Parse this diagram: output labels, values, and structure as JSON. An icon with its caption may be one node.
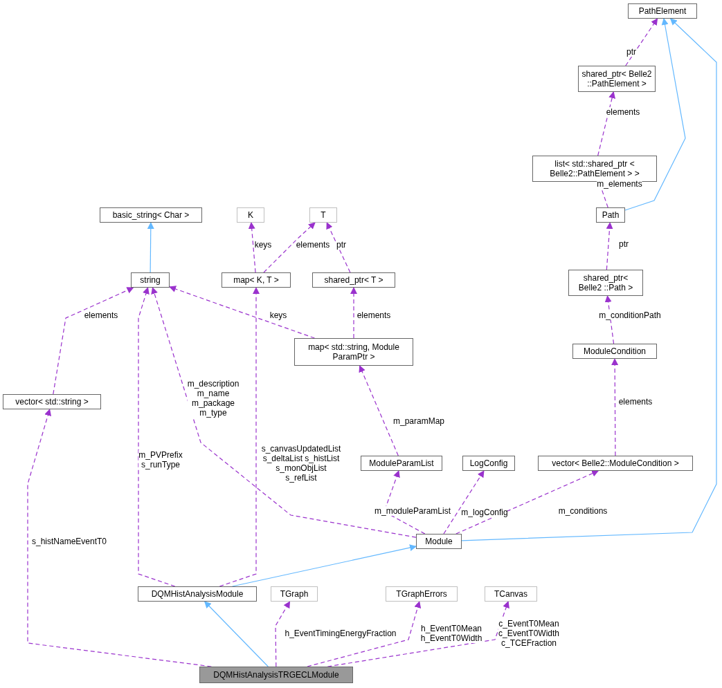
{
  "diagram": {
    "nodes": [
      {
        "text": [
          "PathElement"
        ]
      },
      {
        "text": [
          "shared_ptr< Belle2 ::PathElement >"
        ]
      },
      {
        "text": [
          "list< std::shared_ptr < Belle2::PathElement > >"
        ]
      },
      {
        "text": [
          "Path"
        ]
      },
      {
        "text": [
          "shared_ptr< Belle2 ::Path >"
        ]
      },
      {
        "text": [
          "ModuleCondition"
        ]
      },
      {
        "text": [
          "vector< Belle2::ModuleCondition >"
        ]
      },
      {
        "text": [
          "basic_string< Char >"
        ]
      },
      {
        "text": [
          "K"
        ]
      },
      {
        "text": [
          "T"
        ]
      },
      {
        "text": [
          "map< K, T >"
        ]
      },
      {
        "text": [
          "shared_ptr< T >"
        ]
      },
      {
        "text": [
          "string"
        ]
      },
      {
        "text": [
          "map< std::string, Module ParamPtr >"
        ]
      },
      {
        "text": [
          "vector< std::string >"
        ]
      },
      {
        "text": [
          "ModuleParamList"
        ]
      },
      {
        "text": [
          "LogConfig"
        ]
      },
      {
        "text": [
          "Module"
        ]
      },
      {
        "text": [
          "DQMHistAnalysisModule"
        ]
      },
      {
        "text": [
          "TGraph"
        ]
      },
      {
        "text": [
          "TGraphErrors"
        ]
      },
      {
        "text": [
          "TCanvas"
        ]
      },
      {
        "text": [
          "DQMHistAnalysisTRGECLModule"
        ]
      }
    ],
    "edges": [
      {
        "from": 3,
        "to": 0,
        "arrow": "to",
        "color": "#63b8ff"
      },
      {
        "from": 17,
        "to": 0,
        "arrow": "to",
        "color": "#63b8ff"
      },
      {
        "from": 18,
        "to": 17,
        "arrow": "to",
        "color": "#63b8ff"
      },
      {
        "from": 22,
        "to": 18,
        "arrow": "to",
        "color": "#63b8ff"
      },
      {
        "from": 12,
        "to": 7,
        "arrow": "to",
        "color": "#63b8ff"
      },
      {
        "from": 1,
        "to": 0,
        "arrow": "to",
        "label": "ptr",
        "style": "dashed"
      },
      {
        "from": 2,
        "to": 1,
        "arrow": "to",
        "label": "elements",
        "style": "dashed"
      },
      {
        "from": 3,
        "to": 2,
        "arrow": "to",
        "label": "m_elements",
        "style": "dashed"
      },
      {
        "from": 4,
        "to": 3,
        "arrow": "to",
        "label": "ptr",
        "style": "dashed"
      },
      {
        "from": 5,
        "to": 4,
        "arrow": "to",
        "label": "m_conditionPath",
        "style": "dashed"
      },
      {
        "from": 6,
        "to": 5,
        "arrow": "to",
        "label": "elements",
        "style": "dashed"
      },
      {
        "from": 10,
        "to": 8,
        "arrow": "to",
        "label": "keys",
        "style": "dashed"
      },
      {
        "from": 10,
        "to": 9,
        "arrow": "to",
        "label": "elements",
        "style": "dashed"
      },
      {
        "from": 11,
        "to": 9,
        "arrow": "to",
        "label": "ptr",
        "style": "dashed"
      },
      {
        "from": 13,
        "to": 12,
        "arrow": "to",
        "label": "keys",
        "style": "dashed"
      },
      {
        "from": 13,
        "to": 11,
        "arrow": "to",
        "label": "elements",
        "style": "dashed"
      },
      {
        "from": 14,
        "to": 12,
        "arrow": "to",
        "label": "elements",
        "style": "dashed"
      },
      {
        "from": 15,
        "to": 13,
        "arrow": "to",
        "label": "m_paramMap",
        "style": "dashed"
      },
      {
        "from": 17,
        "to": 12,
        "arrow": "to",
        "label": "m_description m_name m_package m_type",
        "style": "dashed"
      },
      {
        "from": 17,
        "to": 15,
        "arrow": "to",
        "label": "m_moduleParamList",
        "style": "dashed"
      },
      {
        "from": 17,
        "to": 16,
        "arrow": "to",
        "label": "m_logConfig",
        "style": "dashed"
      },
      {
        "from": 17,
        "to": 6,
        "arrow": "to",
        "label": "m_conditions",
        "style": "dashed"
      },
      {
        "from": 18,
        "to": 12,
        "arrow": "to",
        "label": "m_PVPrefix s_runType",
        "style": "dashed"
      },
      {
        "from": 18,
        "to": 10,
        "arrow": "to",
        "label": "s_canvasUpdatedList s_deltaList s_histList s_monObjList s_refList",
        "style": "dashed"
      },
      {
        "from": 22,
        "to": 14,
        "arrow": "to",
        "label": "s_histNameEventT0",
        "style": "dashed"
      },
      {
        "from": 22,
        "to": 19,
        "arrow": "to",
        "label": "h_EventTimingEnergyFraction",
        "style": "dashed"
      },
      {
        "from": 22,
        "to": 20,
        "arrow": "to",
        "label": "h_EventT0Mean h_EventT0Width",
        "style": "dashed"
      },
      {
        "from": 22,
        "to": 21,
        "arrow": "to",
        "label": "c_EventT0Mean c_EventT0Width c_TCEFraction",
        "style": "dashed"
      }
    ]
  }
}
